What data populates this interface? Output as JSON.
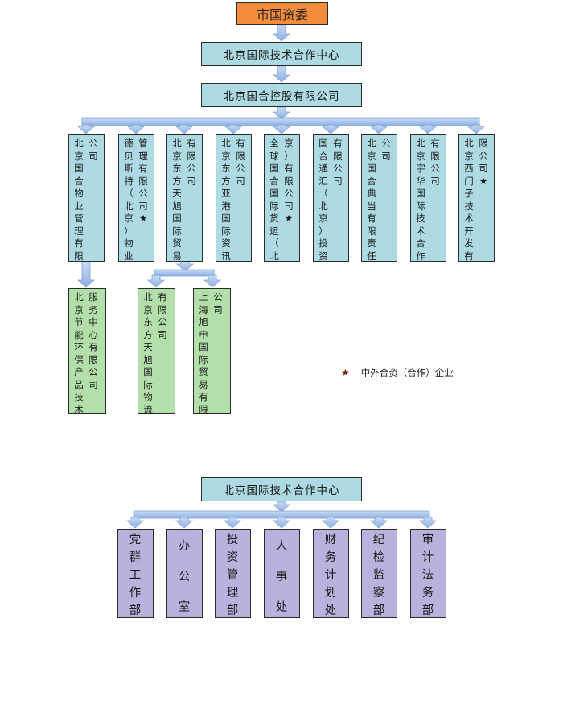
{
  "diagram1": {
    "top": "市国资委",
    "center": "北京国际技术合作中心",
    "holding": "北京国合控股有限公司",
    "subsidiaries": [
      {
        "col_a": "北京国合物业管理有限",
        "col_b": "公司"
      },
      {
        "col_a": "德贝斯特（北京）物业",
        "col_b": "管理有限公司★"
      },
      {
        "col_a": "北京东方天旭国际贸易",
        "col_b": "有限公司"
      },
      {
        "col_a": "北京东方亚港国际资讯",
        "col_b": "有限公司"
      },
      {
        "col_a": "全球国合国际货运（北",
        "col_b": "京）有限公司★"
      },
      {
        "col_a": "国合通汇（北京）投资",
        "col_b": "有限公司"
      },
      {
        "col_a": "北京国合典当有限责任",
        "col_b": "公司"
      },
      {
        "col_a": "北京宇华国际技术合作",
        "col_b": "有限公司"
      },
      {
        "col_a": "北京西门子技术开发有",
        "col_b": "限公司★"
      }
    ],
    "sub_subsidiaries": [
      {
        "col_a": "北京节能环保产品技术",
        "col_b": "服务中心有限公司"
      },
      {
        "col_a": "北京东方天旭国际物流",
        "col_b": "有限公司"
      },
      {
        "col_a": "上海旭申国际贸易有限",
        "col_b": "公司"
      }
    ],
    "legend": {
      "symbol": "★",
      "text": "中外合资（合作）企业"
    }
  },
  "diagram2": {
    "center": "北京国际技术合作中心",
    "departments": [
      "党群工作部",
      "办公室",
      "投资管理部",
      "人事处",
      "财务计划处",
      "纪检监察部",
      "审计法务部"
    ]
  },
  "colors": {
    "orange": "#f58d3c",
    "blue_box": "#aedbe3",
    "green_box": "#b3e0aa",
    "purple_box": "#b7b3dd",
    "arrow": "#9dbbe8"
  }
}
